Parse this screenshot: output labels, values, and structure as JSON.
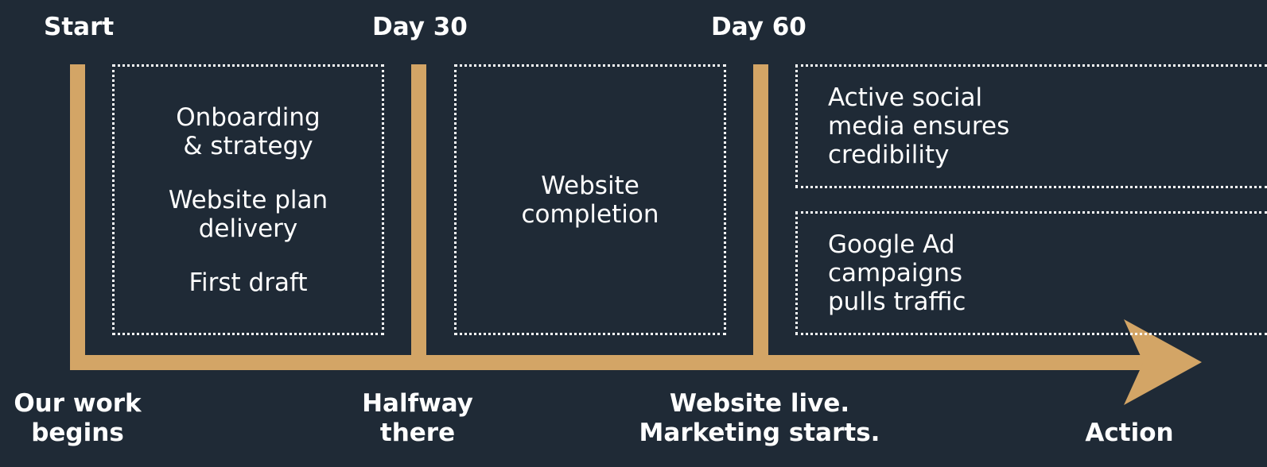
{
  "milestones": {
    "start": "Start",
    "day30": "Day 30",
    "day60": "Day 60"
  },
  "phase1": {
    "item1": "Onboarding\n& strategy",
    "item2": "Website plan\ndelivery",
    "item3": "First draft"
  },
  "phase2": {
    "item1": "Website\ncompletion"
  },
  "phase3": {
    "item1": "Active social\nmedia ensures\ncredibility",
    "item2": "Google Ad\ncampaigns\npulls traffic"
  },
  "bottom": {
    "start": "Our work\nbegins",
    "day30": "Halfway\nthere",
    "day60": "Website live.\nMarketing starts.",
    "end": "Action"
  },
  "colors": {
    "background": "#1f2a36",
    "accent": "#d3a566",
    "text": "#ffffff"
  }
}
